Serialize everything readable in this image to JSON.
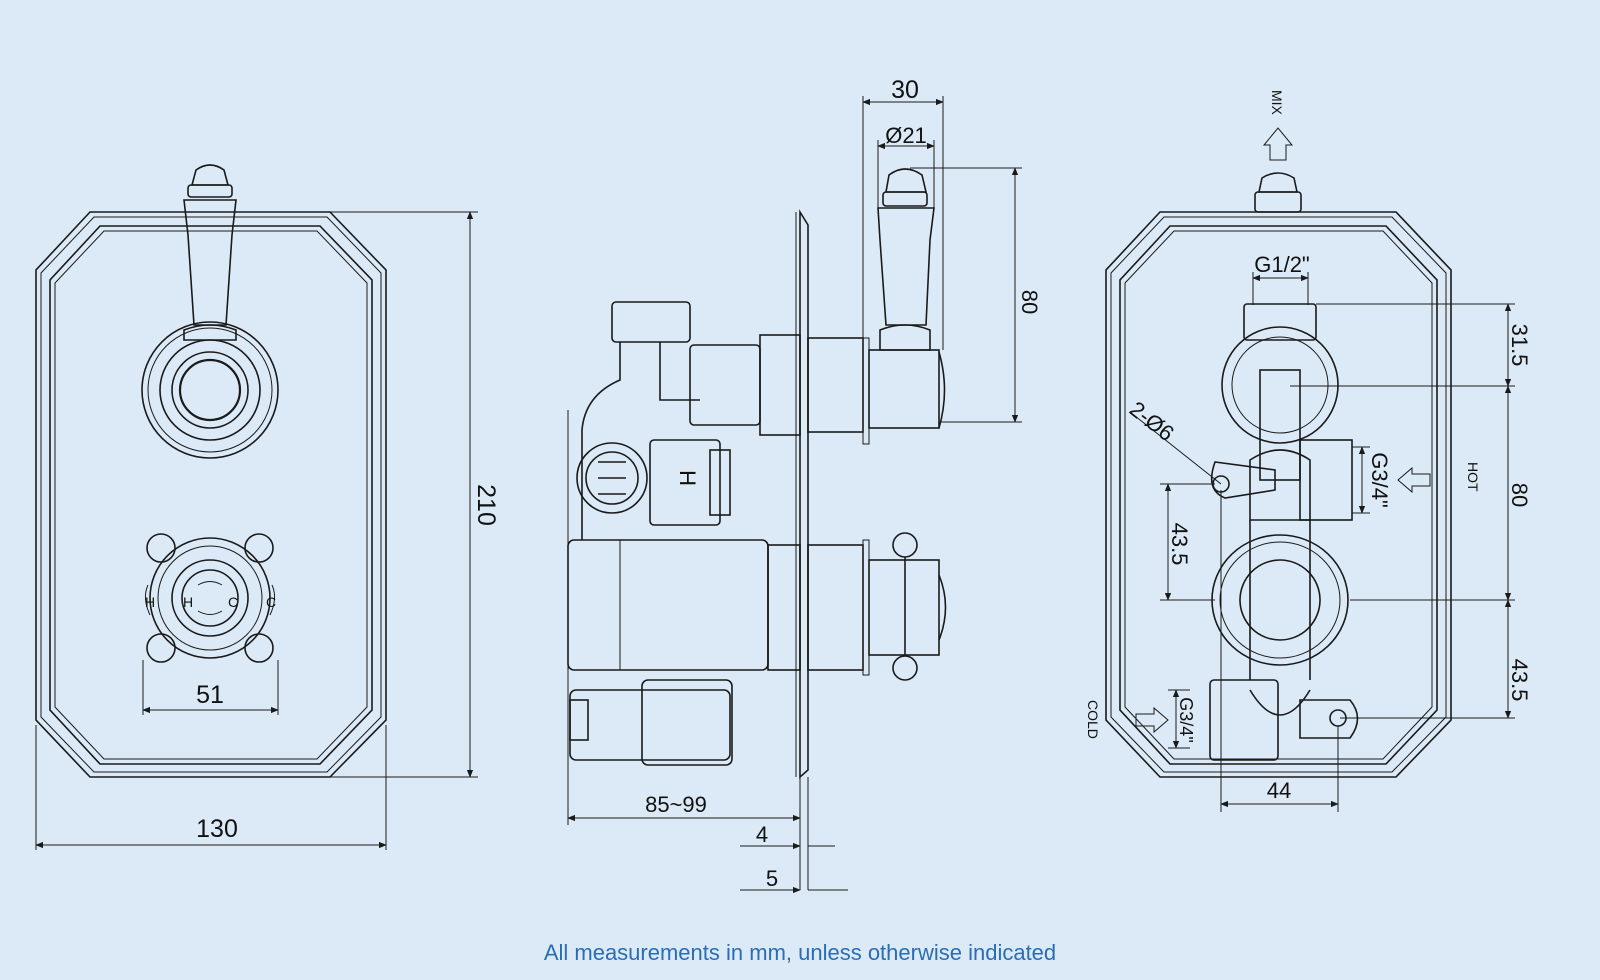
{
  "dimensions": {
    "front_height": "210",
    "front_width": "130",
    "control_spacing": "51",
    "depth_range": "85~99",
    "plate_4": "4",
    "plate_5": "5",
    "handle_offset": "30",
    "handle_diameter": "Ø21",
    "handle_height": "80",
    "outlet_thread": "G1/2\"",
    "outlet_to_centre": "31.5",
    "hot_to_cold_centre": "80",
    "centre_to_cold": "43.5",
    "inlet_thread_hot": "G3/4\"",
    "inlet_thread_cold": "G3/4\"",
    "fixing_holes": "2-Ø6",
    "hole_vertical": "43.5",
    "inlet_spacing": "44"
  },
  "labels": {
    "mix": "MIX",
    "hot": "HOT",
    "cold": "COLD",
    "h_mark": "H",
    "c_mark": "C"
  },
  "footer": {
    "note": "All measurements in mm, unless otherwise indicated"
  },
  "colors": {
    "background": "#dceaf7",
    "line": "#1a1a1a",
    "footer_text": "#2a6db5"
  }
}
